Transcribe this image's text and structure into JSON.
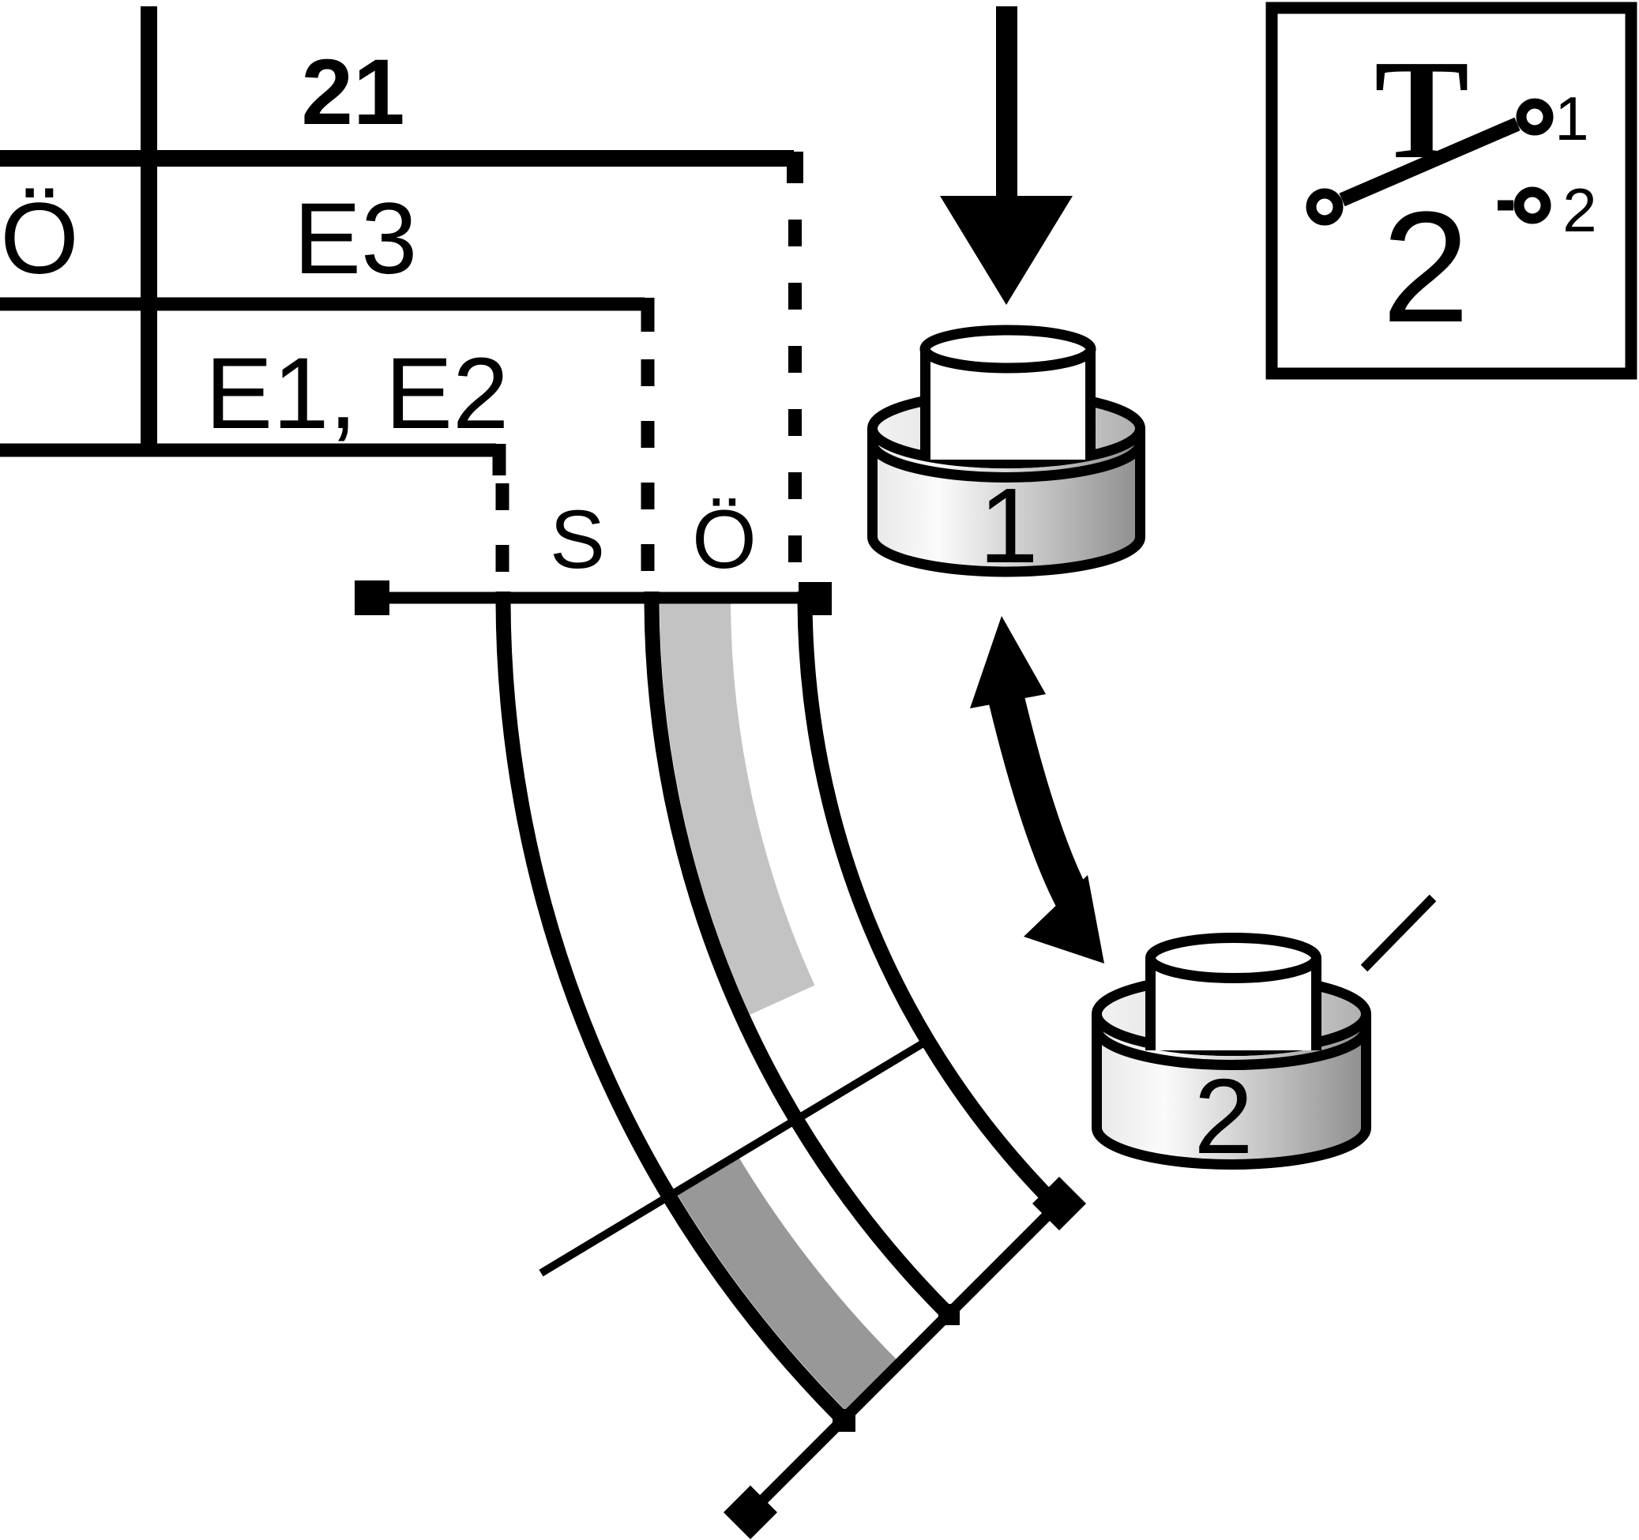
{
  "table": {
    "header": "21",
    "rows": [
      {
        "label": "Ö",
        "value": "E3"
      },
      {
        "label": "",
        "value": "E1, E2"
      }
    ]
  },
  "tracks": {
    "s_label": "S",
    "oe_label": "Ö"
  },
  "buttons": {
    "button1_label": "1",
    "button2_label": "2"
  },
  "symbol_box": {
    "letter": "T",
    "pin1_label": "1",
    "pin2_label": "2",
    "count_label": "2"
  },
  "colors": {
    "ink": "#000000",
    "background": "#ffffff",
    "light_track": "#c3c3c3",
    "dark_track": "#989898",
    "button_edge_light": "#e8e8e8",
    "button_highlight": "#fbfbfb",
    "button_shadow": "#8e8e8e",
    "button_top_light": "#f2f2f2",
    "button_top_mid": "#d8d8d8",
    "button_top_dark": "#aeaeae"
  }
}
